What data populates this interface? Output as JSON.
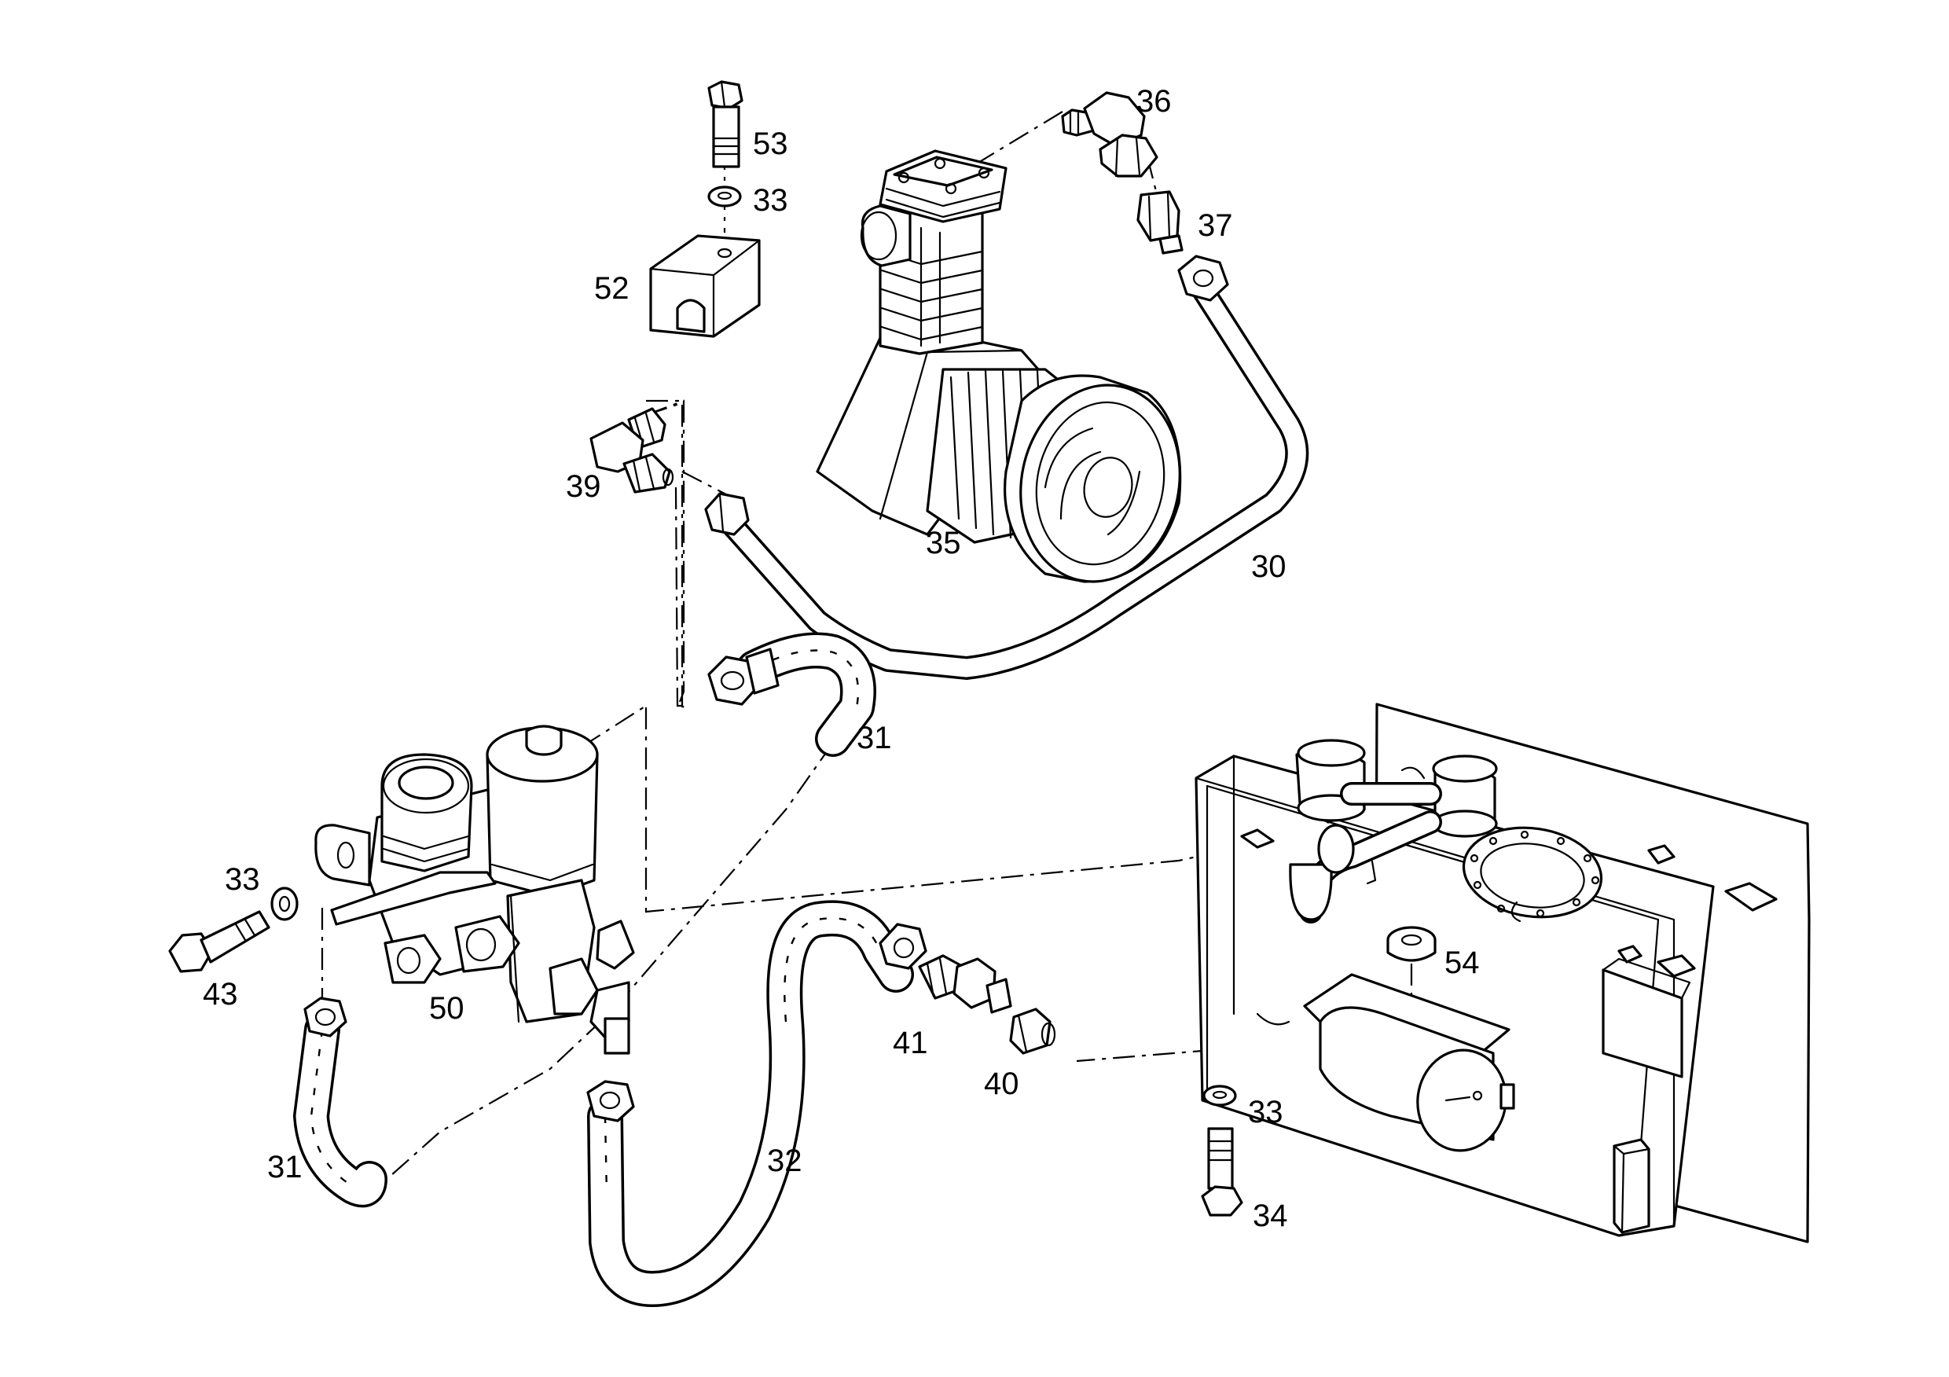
{
  "callouts": [
    {
      "id": "c53",
      "text": "53"
    },
    {
      "id": "c33a",
      "text": "33"
    },
    {
      "id": "c52",
      "text": "52"
    },
    {
      "id": "c36",
      "text": "36"
    },
    {
      "id": "c37",
      "text": "37"
    },
    {
      "id": "c39",
      "text": "39"
    },
    {
      "id": "c35",
      "text": "35"
    },
    {
      "id": "c30",
      "text": "30"
    },
    {
      "id": "c31a",
      "text": "31"
    },
    {
      "id": "c33b",
      "text": "33"
    },
    {
      "id": "c43",
      "text": "43"
    },
    {
      "id": "c50",
      "text": "50"
    },
    {
      "id": "c31b",
      "text": "31"
    },
    {
      "id": "c32",
      "text": "32"
    },
    {
      "id": "c41",
      "text": "41"
    },
    {
      "id": "c40",
      "text": "40"
    },
    {
      "id": "c54",
      "text": "54"
    },
    {
      "id": "c33c",
      "text": "33"
    },
    {
      "id": "c34",
      "text": "34"
    }
  ]
}
